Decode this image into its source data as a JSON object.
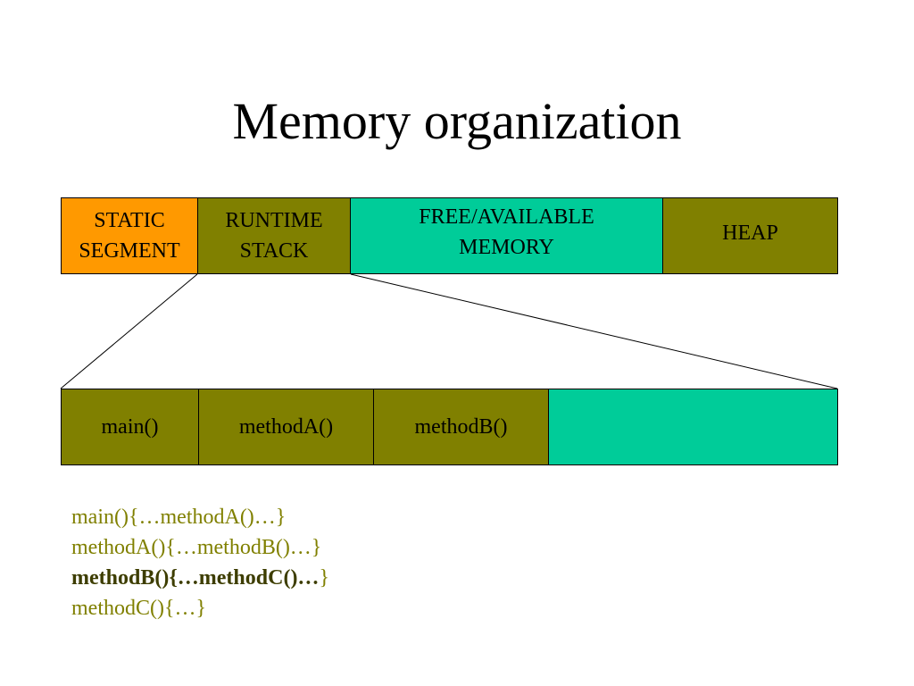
{
  "title": "Memory organization",
  "memory_layout": {
    "segments": [
      {
        "label": "STATIC\nSEGMENT",
        "color": "#ff9900"
      },
      {
        "label": "RUNTIME\nSTACK",
        "color": "#808000"
      },
      {
        "label": "FREE/AVAILABLE\nMEMORY",
        "color": "#00cc99"
      },
      {
        "label": "HEAP",
        "color": "#808000"
      }
    ]
  },
  "runtime_stack_detail": {
    "frames": [
      {
        "label": "main()",
        "color": "#808000"
      },
      {
        "label": "methodA()",
        "color": "#808000"
      },
      {
        "label": "methodB()",
        "color": "#808000"
      },
      {
        "label": "",
        "color": "#00cc99"
      }
    ]
  },
  "code_listing": {
    "lines": [
      {
        "text": "main(){…methodA()…}",
        "bold_part": "",
        "rest": ""
      },
      {
        "text": "methodA(){…methodB()…}",
        "bold_part": "",
        "rest": ""
      },
      {
        "text": "",
        "bold_part": "methodB(){…methodC()…",
        "rest": "}"
      },
      {
        "text": "methodC(){…}",
        "bold_part": "",
        "rest": ""
      }
    ],
    "color": "#808000"
  }
}
